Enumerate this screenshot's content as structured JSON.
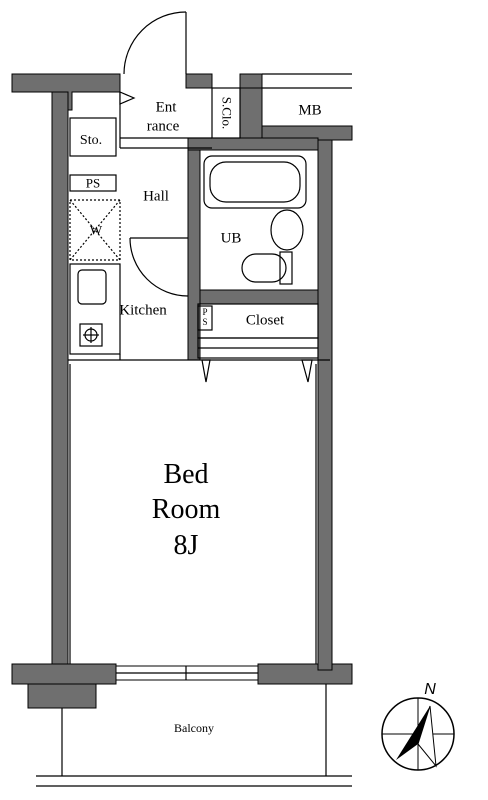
{
  "rooms": {
    "entrance_line1": "Ent",
    "entrance_line2": "rance",
    "shoe_closet": "S.Clo.",
    "meter_box": "MB",
    "storage": "Sto.",
    "pipe_space_top": "PS",
    "hall": "Hall",
    "washer": "W",
    "unit_bath": "UB",
    "pipe_space_small": "PS",
    "closet": "Closet",
    "kitchen": "Kitchen",
    "bedroom_line1": "Bed",
    "bedroom_line2": "Room",
    "bedroom_size": "8J",
    "balcony": "Balcony"
  },
  "compass": {
    "label": "N"
  },
  "colors": {
    "wall": "#6f6f6f",
    "line": "#000000",
    "background": "#ffffff"
  }
}
